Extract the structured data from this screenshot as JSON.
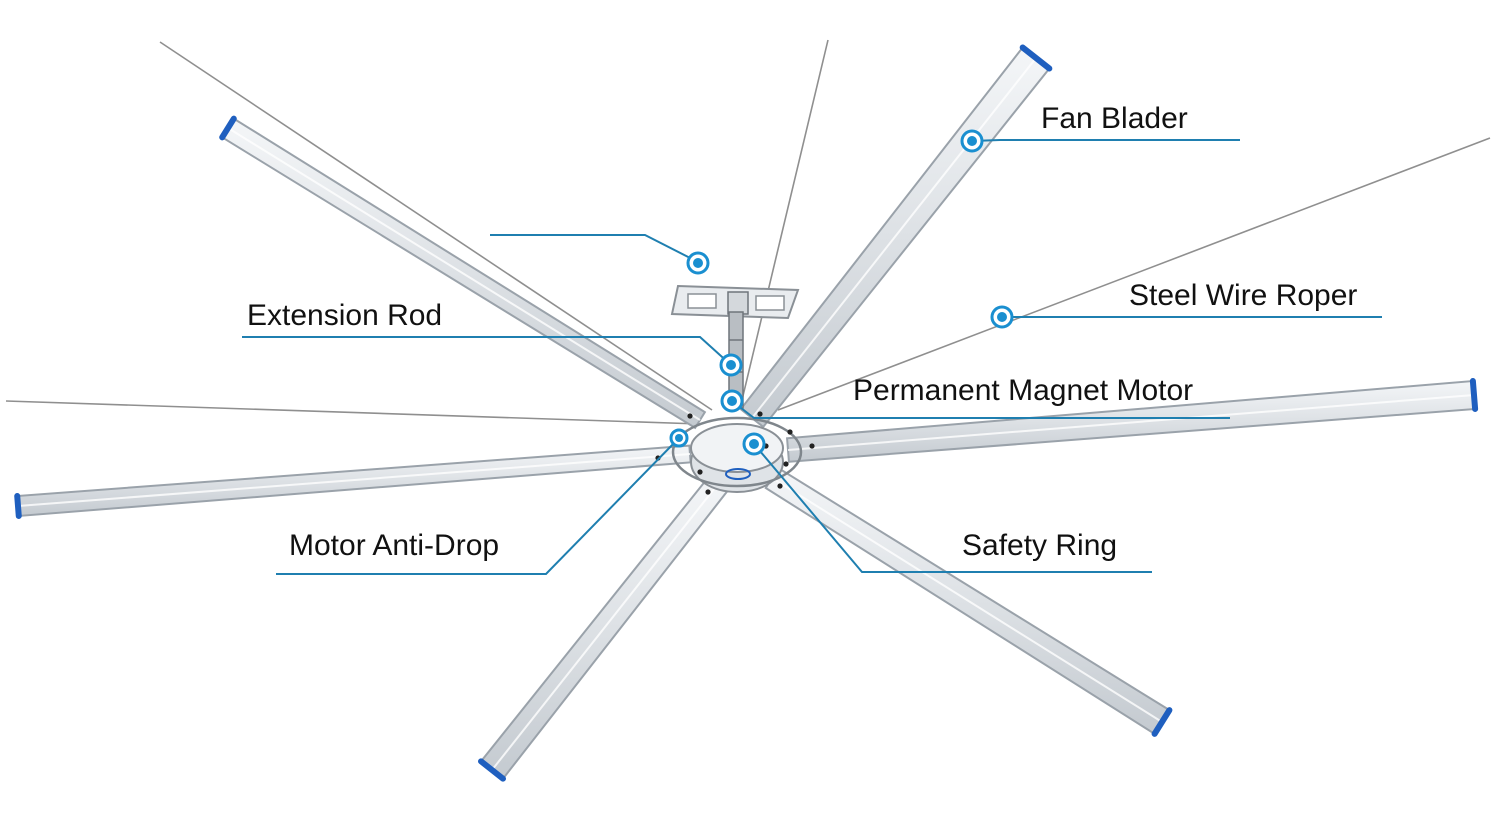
{
  "labels": {
    "fan_blade": "Fan Blader",
    "steel_wire_rope": "Steel Wire Roper",
    "extension_rod": "Extension Rod",
    "permanent_magnet_motor": "Permanent Magnet Motor",
    "motor_anti_drop": "Motor Anti-Drop",
    "safety_ring": "Safety Ring"
  },
  "colors": {
    "accent": "#1f7fb0",
    "marker_fill": "#1a8fd0",
    "blade_fill": "#e4e7ea",
    "blade_edge": "#9aa2aa",
    "blade_tip": "#1f5fbf",
    "wire": "#8f8f8f",
    "label_text": "#111111"
  },
  "icons": {
    "callout_marker": "callout-dot-icon"
  }
}
